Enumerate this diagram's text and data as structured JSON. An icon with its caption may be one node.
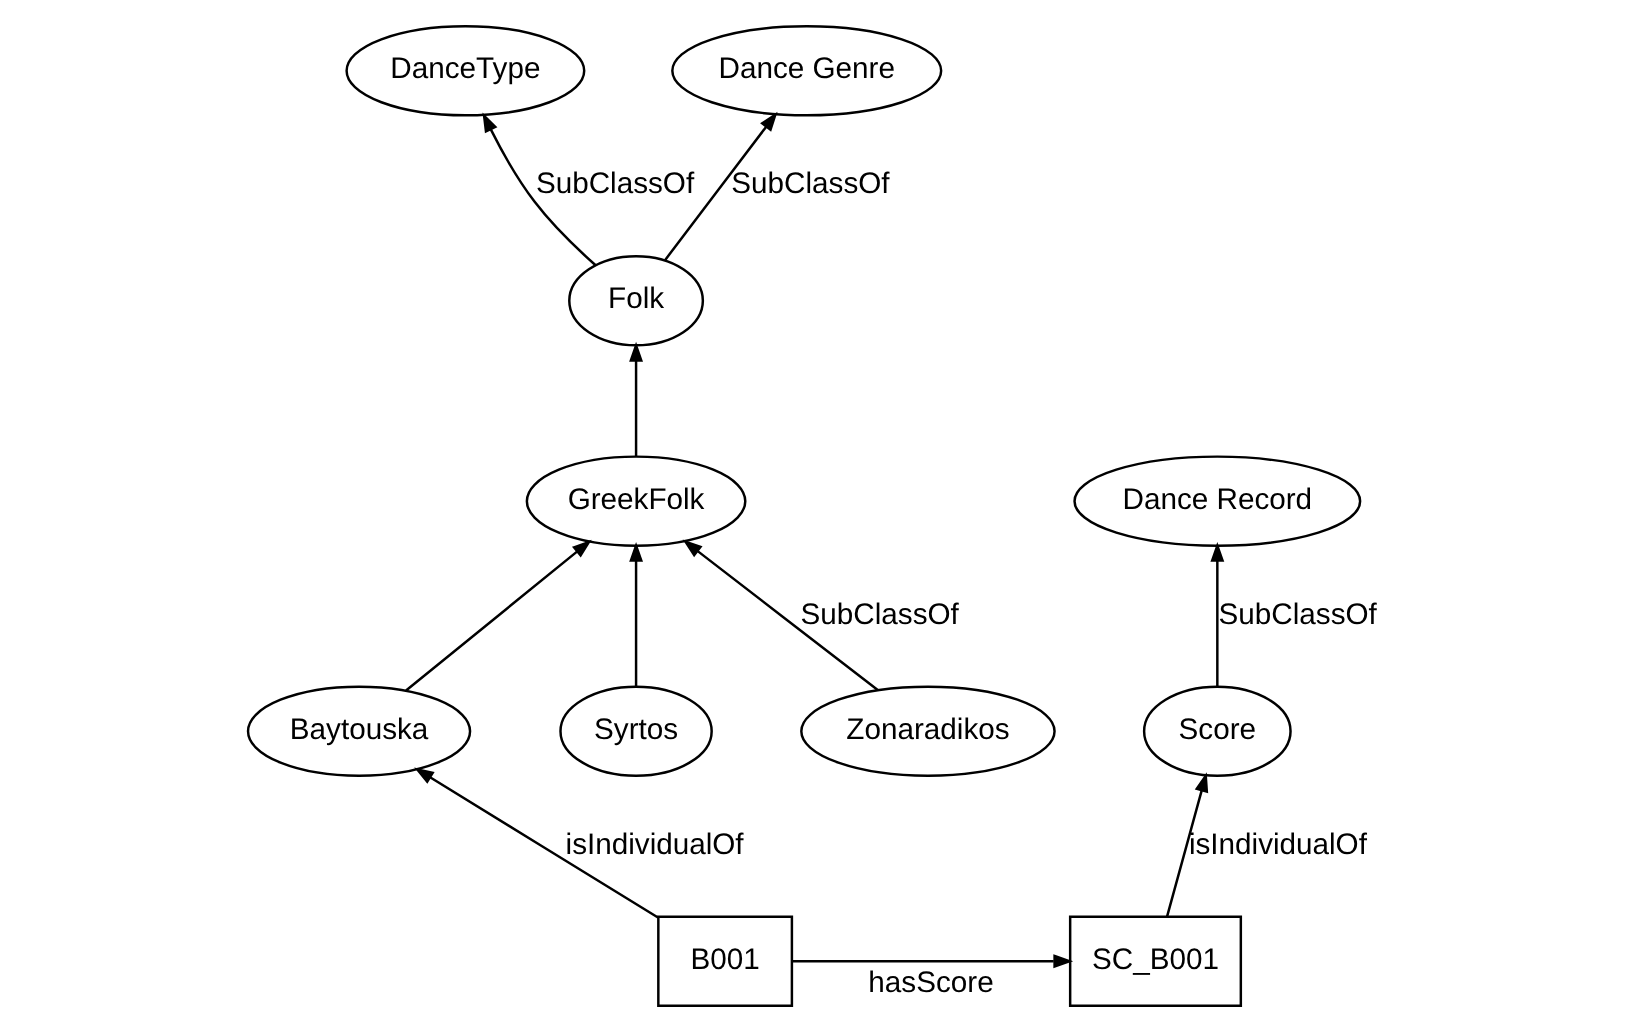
{
  "diagram": {
    "nodes": [
      {
        "text": [
          "DanceType"
        ]
      },
      {
        "text": [
          "Dance Genre"
        ]
      },
      {
        "text": [
          "Dance Record"
        ]
      },
      {
        "text": [
          "Folk"
        ]
      },
      {
        "text": [
          "GreekFolk"
        ]
      },
      {
        "text": [
          "Score"
        ]
      },
      {
        "text": [
          "Baytouska"
        ]
      },
      {
        "text": [
          "Syrtos"
        ]
      },
      {
        "text": [
          "Zonaradikos"
        ]
      },
      {
        "text": [
          "B001"
        ]
      },
      {
        "text": [
          "SC_B001"
        ]
      }
    ],
    "edges": [
      {
        "from": 3,
        "to": 0,
        "arrow": "to",
        "label": "SubClassOf"
      },
      {
        "from": 3,
        "to": 1,
        "arrow": "to",
        "label": "SubClassOf"
      },
      {
        "from": 4,
        "to": 3,
        "arrow": "to"
      },
      {
        "from": 6,
        "to": 4,
        "arrow": "to"
      },
      {
        "from": 7,
        "to": 4,
        "arrow": "to"
      },
      {
        "from": 8,
        "to": 4,
        "arrow": "to",
        "label": "SubClassOf"
      },
      {
        "from": 5,
        "to": 2,
        "arrow": "to",
        "label": "SubClassOf"
      },
      {
        "from": 9,
        "to": 6,
        "arrow": "to",
        "label": "isIndividualOf"
      },
      {
        "from": 10,
        "to": 5,
        "arrow": "to",
        "label": "isIndividualOf"
      },
      {
        "from": 9,
        "to": 10,
        "arrow": "to",
        "label": "hasScore"
      }
    ]
  }
}
